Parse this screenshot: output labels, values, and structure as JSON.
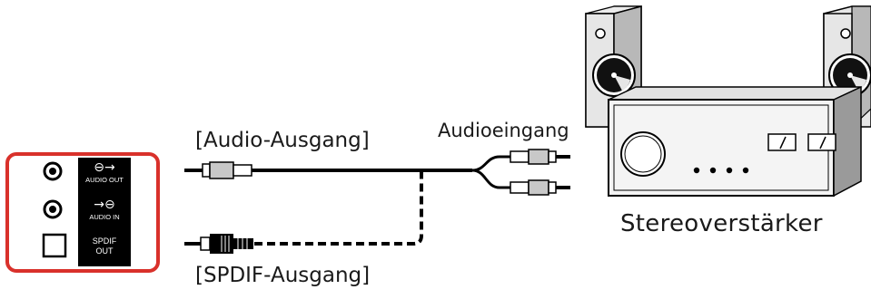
{
  "panel": {
    "audio_out_label": "AUDIO OUT",
    "audio_in_label": "AUDIO IN",
    "spdif_label_1": "SPDIF",
    "spdif_label_2": "OUT",
    "audio_out_glyph": "⊖→",
    "audio_in_glyph": "→⊖",
    "frame_color": "#d9312b"
  },
  "labels": {
    "audio_output": "[Audio-Ausgang]",
    "spdif_output": "[SPDIF-Ausgang]",
    "audio_input": "Audioeingang",
    "amplifier": "Stereoverstärker"
  },
  "icons": {
    "speaker_left": "speaker-icon",
    "speaker_right": "speaker-icon",
    "amplifier": "amplifier-icon",
    "rca_plug": "rca-plug-icon",
    "optical_plug": "optical-plug-icon"
  }
}
